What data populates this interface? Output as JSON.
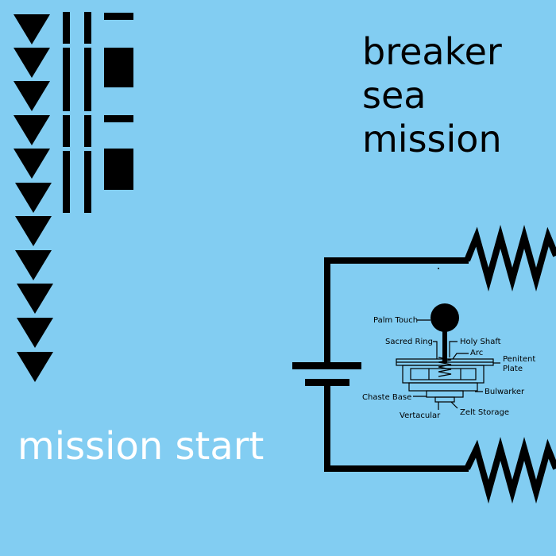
{
  "title": {
    "lines": [
      "breaker",
      "sea",
      "mission"
    ]
  },
  "start_label": "mission start",
  "joystick_labels": {
    "palm_touch": "Palm Touch",
    "sacred_ring": "Sacred Ring",
    "holy_shaft": "Holy Shaft",
    "arc": "Arc",
    "penitent_plate_line1": "Penitent",
    "penitent_plate_line2": "Plate",
    "chaste_base": "Chaste Base",
    "bulwarker": "Bulwarker",
    "vertacular": "Vertacular",
    "zelt_storage": "Zelt Storage"
  },
  "colors": {
    "background": "#82cdf2",
    "ink": "#000000",
    "start_text": "#ffffff"
  }
}
